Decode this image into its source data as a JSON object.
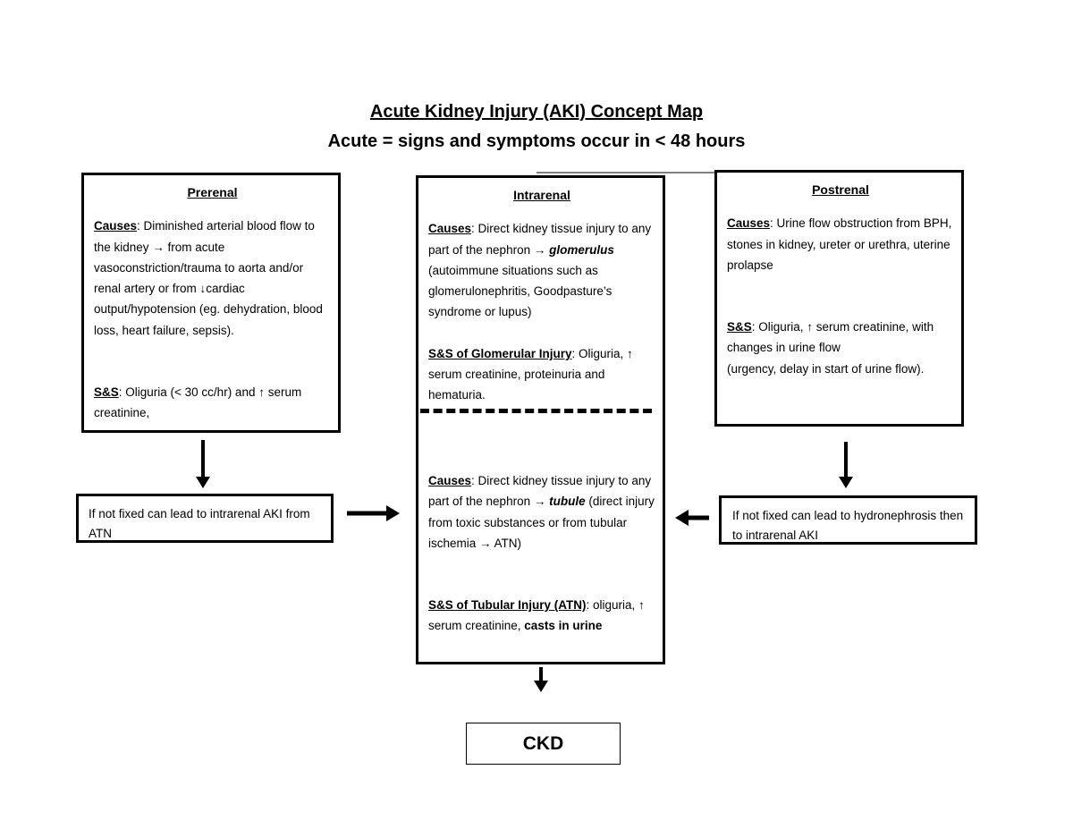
{
  "title": "Acute Kidney Injury (AKI) Concept Map",
  "subtitle": "Acute = signs and symptoms occur in < 48 hours",
  "prerenal": {
    "heading": "Prerenal",
    "causes_label": "Causes",
    "causes_text": ":  Diminished arterial blood flow to the kidney → from acute vasoconstriction/trauma to aorta and/or renal artery or from ↓cardiac output/hypotension (eg. dehydration, blood loss, heart failure, sepsis).",
    "ss_label": "S&S",
    "ss_text": ": Oliguria (< 30 cc/hr) and ↑ serum creatinine,",
    "note": "If not fixed can lead to intrarenal AKI from ATN"
  },
  "intrarenal": {
    "heading": "Intrarenal",
    "glom_causes_label": "Causes",
    "glom_causes_text_1": ": Direct kidney tissue injury to any part of the nephron → ",
    "glom_causes_emph": "glomerulus",
    "glom_causes_text_2": " (autoimmune situations such as glomerulonephritis, Goodpasture’s syndrome or lupus)",
    "glom_ss_label": "S&S of Glomerular Injury",
    "glom_ss_text": ": Oliguria, ↑ serum creatinine, proteinuria and hematuria.",
    "tub_causes_label": "Causes",
    "tub_causes_text_1": ": Direct kidney tissue injury to any part of the nephron → ",
    "tub_causes_emph": "tubule",
    "tub_causes_text_2": " (direct injury from toxic substances or from tubular ischemia → ATN)",
    "tub_ss_label": "S&S of Tubular Injury (ATN)",
    "tub_ss_text_1": ": oliguria, ↑ serum creatinine, ",
    "tub_ss_emph": "casts in urine"
  },
  "postrenal": {
    "heading": "Postrenal",
    "causes_label": "Causes",
    "causes_text": ": Urine flow obstruction from BPH, stones in kidney, ureter or urethra, uterine prolapse",
    "ss_label": "S&S",
    "ss_text": ": Oliguria, ↑ serum creatinine, with changes in urine flow\n (urgency, delay in start of urine flow).",
    "note": "If not fixed can lead to hydronephrosis then to intrarenal AKI"
  },
  "ckd": "CKD"
}
